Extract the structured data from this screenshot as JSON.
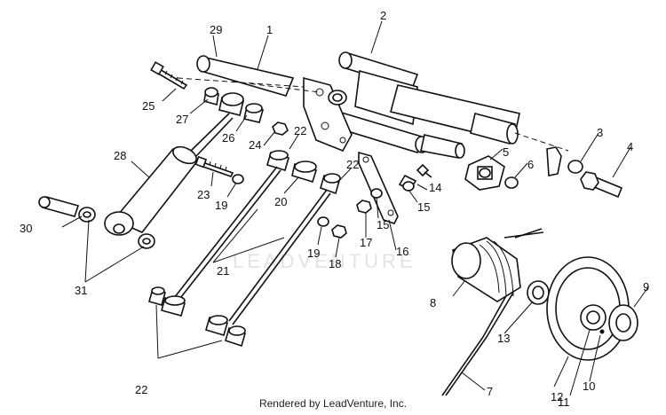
{
  "watermark": "LEADVENTURE",
  "footer": "Rendered by LeadVenture, Inc.",
  "callouts": {
    "c1": "1",
    "c2": "2",
    "c3": "3",
    "c4": "4",
    "c5": "5",
    "c6": "6",
    "c7": "7",
    "c8": "8",
    "c9": "9",
    "c10": "10",
    "c11": "11",
    "c12": "12",
    "c13": "13",
    "c14": "14",
    "c15a": "15",
    "c15b": "15",
    "c16": "16",
    "c17": "17",
    "c18": "18",
    "c19a": "19",
    "c19b": "19",
    "c20": "20",
    "c21": "21",
    "c22a": "22",
    "c22b": "22",
    "c22c": "22",
    "c23": "23",
    "c24": "24",
    "c25": "25",
    "c26": "26",
    "c27": "27",
    "c28": "28",
    "c29": "29",
    "c30": "30",
    "c31": "31"
  }
}
